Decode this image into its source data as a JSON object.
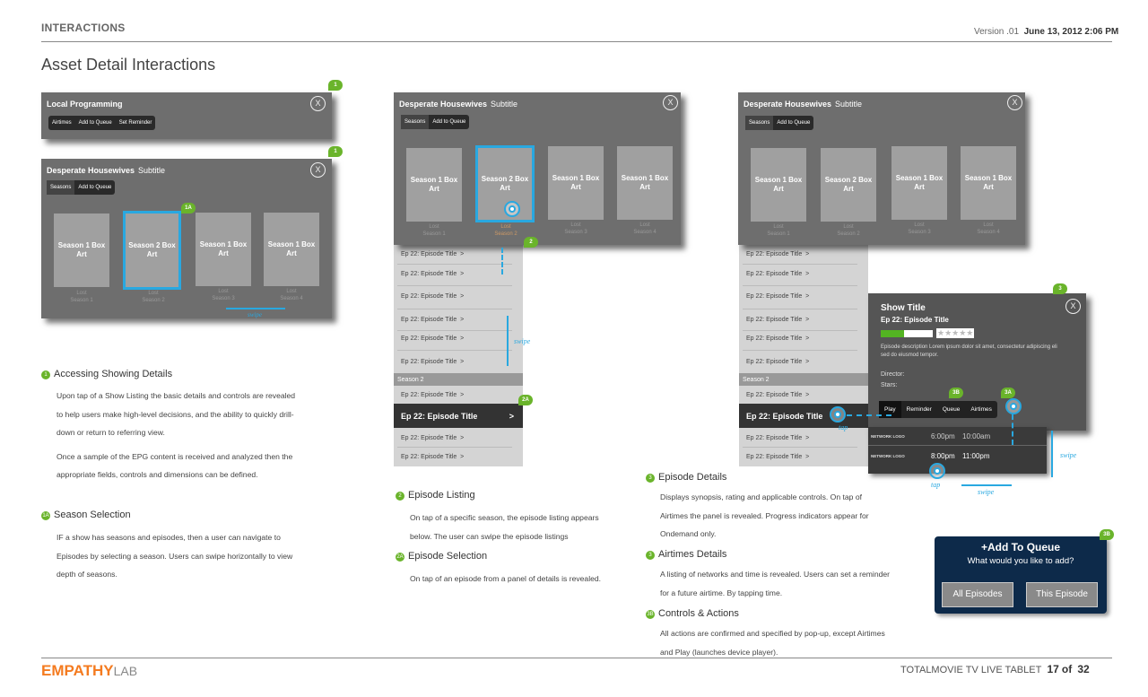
{
  "header": {
    "section": "INTERACTIONS",
    "version_label": "Version .01",
    "date": "June 13, 2012 2:06 PM",
    "page_title": "Asset Detail Interactions"
  },
  "panel_local": {
    "title": "Local Programming",
    "buttons": [
      "Airtimes",
      "Add to Queue",
      "Set Reminder"
    ],
    "close": "X"
  },
  "panel_seasons_a": {
    "title": "Desperate Housewives",
    "subtitle": "Subtitle",
    "buttons": [
      "Seasons",
      "Add to Queue"
    ],
    "boxes": [
      "Season 1 Box Art",
      "Season 2 Box Art",
      "Season 1 Box Art",
      "Season 1 Box Art"
    ],
    "labels": [
      [
        "Lost",
        "Season 1"
      ],
      [
        "Lost",
        "Season 2"
      ],
      [
        "Lost",
        "Season 3"
      ],
      [
        "Lost",
        "Season 4"
      ]
    ],
    "swipe": "swipe",
    "close": "X"
  },
  "panel_episodes": {
    "title": "Desperate Housewives",
    "subtitle": "Subtitle",
    "buttons": [
      "Seasons",
      "Add to Queue"
    ],
    "boxes": [
      "Season 1 Box Art",
      "Season 2 Box Art",
      "Season 1 Box Art",
      "Season 1 Box Art"
    ],
    "labels": [
      [
        "Lost",
        "Season 1"
      ],
      [
        "Lost",
        "Season 2"
      ],
      [
        "Lost",
        "Season 3"
      ],
      [
        "Lost",
        "Season 4"
      ]
    ],
    "episode": "Ep 22: Episode Title",
    "arrow": ">",
    "season_header": "Season 2",
    "selected_episode": "Ep 22: Episode Title",
    "swipe": "swipe",
    "close": "X"
  },
  "panel_detail": {
    "show_title": "Show Title",
    "episode_title": "Ep 22: Episode Title",
    "stars": "★★★★★",
    "progress_fraction": 0.45,
    "description": "Episode description Lorem ipsum dolor sit amet, consectetur adipiscing eli sed do eiusmod tempor.",
    "director": "Director:",
    "stars_label": "Stars:",
    "buttons": [
      "Play",
      "Reminder",
      "Queue",
      "Airtimes"
    ],
    "airtimes": [
      {
        "network": "NETWORK LOGO",
        "times": [
          "6:00pm",
          "10:00am"
        ]
      },
      {
        "network": "NETWORK LOGO",
        "times": [
          "8:00pm",
          "11:00pm"
        ]
      }
    ],
    "tap": "tap",
    "swipe": "swipe",
    "close": "X"
  },
  "badges": {
    "b1": "1",
    "b1a": "1A",
    "b2": "2",
    "b2a": "2A",
    "b3": "3",
    "b3a": "3A",
    "b3b": "3B"
  },
  "sections": {
    "s1": {
      "num": "1",
      "title": "Accessing Showing Details",
      "lines": [
        "Upon tap of a Show Listing the basic details and controls are revealed",
        "to help users make high-level decisions, and the ability to quickly drill-",
        "down or return to referring view.",
        "Once a sample of the EPG content is received and analyzed then the",
        "appropriate fields, controls and dimensions can be defined."
      ]
    },
    "s1a": {
      "num": "1A",
      "title": "Season Selection",
      "lines": [
        "IF a show has seasons and episodes, then a user can navigate to",
        "Episodes by selecting a season. Users can swipe horizontally to view",
        "depth of seasons."
      ]
    },
    "s2": {
      "num": "2",
      "title": "Episode Listing",
      "lines": [
        "On tap of a specific season, the episode listing appears",
        "below. The user can swipe the episode listings"
      ]
    },
    "s2a": {
      "num": "2A",
      "title": "Episode Selection",
      "lines": [
        "On tap of an episode from a panel of details is revealed."
      ]
    },
    "s3": {
      "num": "3",
      "title": "Episode Details",
      "lines": [
        "Displays synopsis, rating and applicable controls. On tap of",
        "Airtimes the panel is revealed. Progress indicators appear for",
        "Ondemand only."
      ]
    },
    "s3a": {
      "num": "3",
      "title": "Airtimes Details",
      "lines": [
        "A listing of networks and time is revealed. Users can set a reminder",
        "for a future airtime. By tapping time."
      ]
    },
    "s3b": {
      "num": "3B",
      "title": "Controls & Actions",
      "lines": [
        "All actions are confirmed and specified by pop-up, except Airtimes",
        "and Play (launches device player)."
      ]
    }
  },
  "queue_popup": {
    "title": "+Add To Queue",
    "question": "What would you like to add?",
    "btn_all": "All Episodes",
    "btn_this": "This Episode",
    "badge": "3B"
  },
  "footer": {
    "logo_main": "EMPATHY",
    "logo_lab": "LAB",
    "product": "TOTALMOVIE TV LIVE TABLET",
    "page_num": "17",
    "of": "of",
    "page_total": "32"
  },
  "colors": {
    "accent_blue": "#29a8e0",
    "badge_green": "#6ab42b",
    "brand_orange": "#f47b20",
    "queue_navy": "#0d2a4a"
  }
}
